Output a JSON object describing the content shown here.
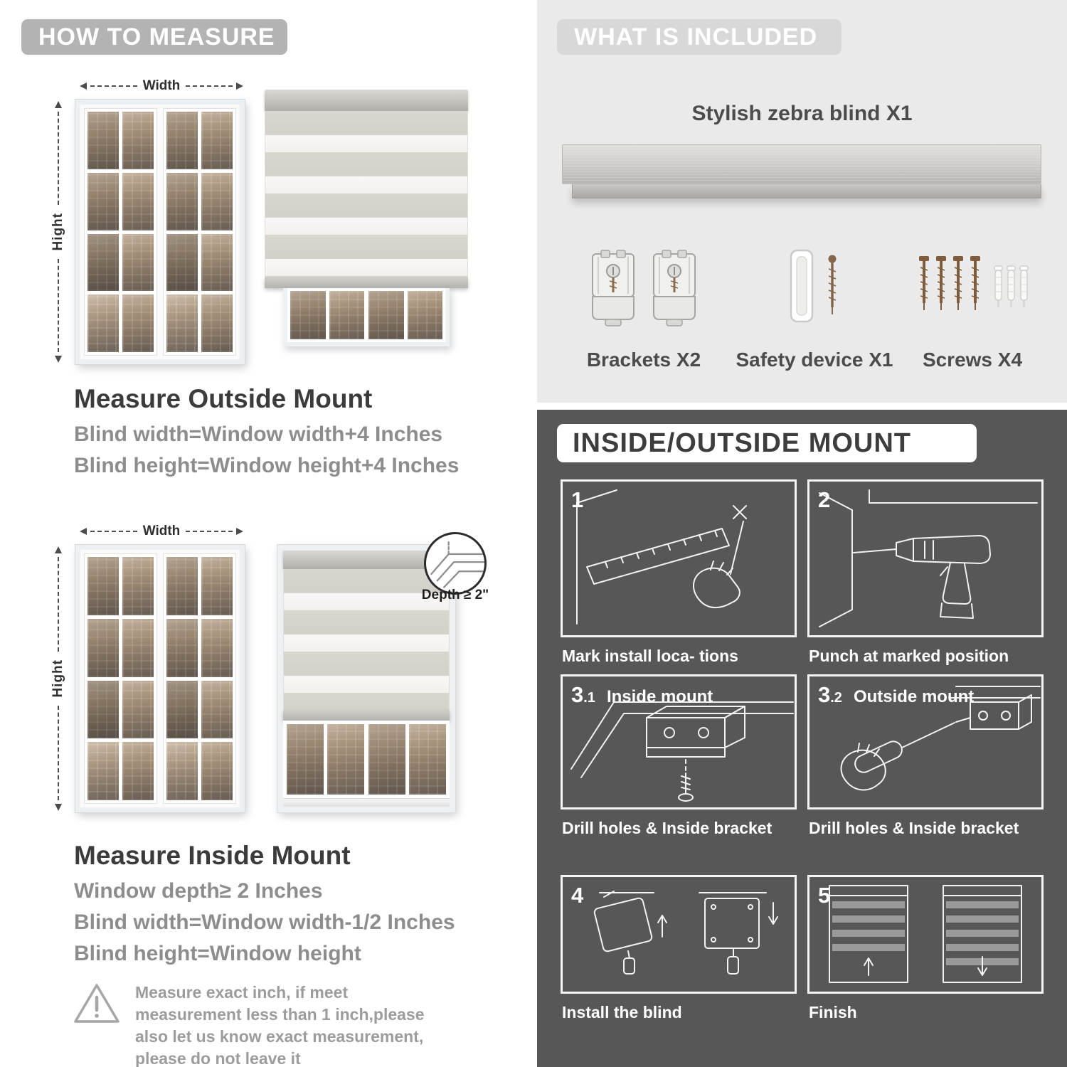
{
  "colors": {
    "left_header_bg": "#b3b3b3",
    "included_panel_bg": "#eaeaea",
    "included_header_bg": "#d8d8d8",
    "mount_panel_bg": "#575757",
    "title_text": "#3b3b3b",
    "formula_text": "#8d8d8d",
    "note_text": "#9c9c9c",
    "step_line_art": "#f2f2f2",
    "screw_brown": "#7e5c3c"
  },
  "left": {
    "header": "HOW TO MEASURE",
    "outside": {
      "width_label": "Width",
      "height_label": "Hight",
      "title": "Measure Outside Mount",
      "lines": [
        "Blind width=Window width+4 Inches",
        "Blind height=Window height+4 Inches"
      ]
    },
    "inside": {
      "width_label": "Width",
      "height_label": "Hight",
      "depth_label": "Depth ≥ 2\"",
      "title": "Measure Inside Mount",
      "lines": [
        "Window depth≥ 2 Inches",
        "Blind width=Window width-1/2 Inches",
        "Blind height=Window height"
      ]
    },
    "warning": {
      "icon": "warning-triangle-icon",
      "text": "Measure exact inch, if meet measurement less than 1 inch,please also let us know exact measurement, please do not leave it"
    }
  },
  "included": {
    "header": "WHAT IS INCLUDED",
    "product_label": "Stylish zebra blind X1",
    "items": [
      {
        "icon": "brackets-icon",
        "label": "Brackets X2"
      },
      {
        "icon": "safety-device-icon",
        "label": "Safety device X1"
      },
      {
        "icon": "screws-icon",
        "label": "Screws X4"
      }
    ]
  },
  "mount": {
    "header": "INSIDE/OUTSIDE MOUNT",
    "steps": [
      {
        "num": "1",
        "suffix": "",
        "label": "",
        "caption": "Mark install loca- tions"
      },
      {
        "num": "2",
        "suffix": "",
        "label": "",
        "caption": "Punch at  marked position"
      },
      {
        "num": "3",
        "suffix": ".1",
        "label": "Inside mount",
        "caption": "Drill holes &  Inside bracket"
      },
      {
        "num": "3",
        "suffix": ".2",
        "label": "Outside mount",
        "caption": "Drill holes &  Inside bracket"
      },
      {
        "num": "4",
        "suffix": "",
        "label": "",
        "caption": "Install the blind"
      },
      {
        "num": "5",
        "suffix": "",
        "label": "",
        "caption": "Finish"
      }
    ]
  }
}
